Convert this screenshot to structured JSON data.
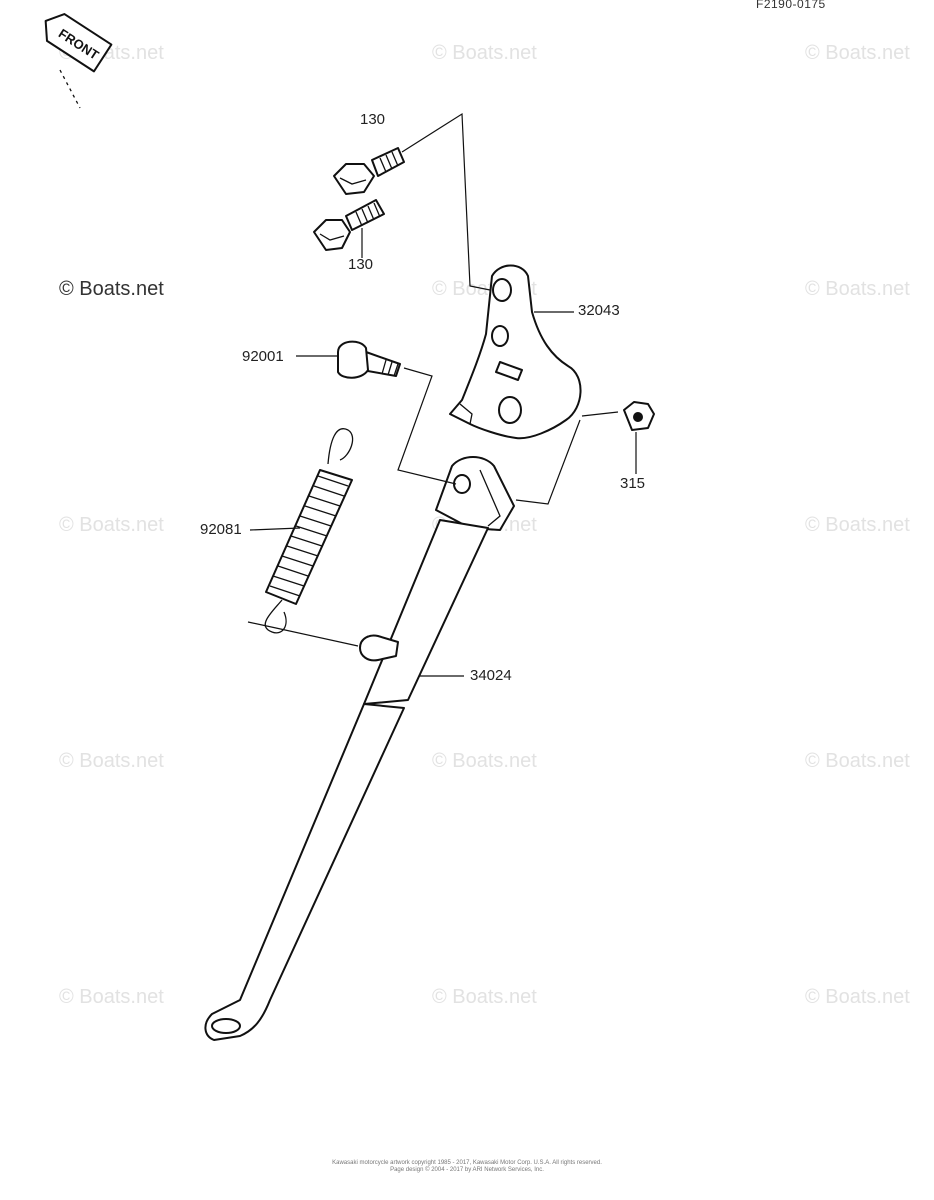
{
  "diagram": {
    "code": "F2190-0175",
    "front_label": "FRONT",
    "watermark": "© Boats.net",
    "footer": {
      "line1": "Kawasaki motorcycle artwork copyright 1985 - 2017, Kawasaki Motor Corp. U.S.A. All rights reserved.",
      "line2": "Page design © 2004 - 2017 by ARI Network Services, Inc."
    },
    "callouts": {
      "bolt_upper": "130",
      "bolt_lower": "130",
      "bracket": "32043",
      "pivot_bolt": "92001",
      "nut": "315",
      "spring": "92081",
      "side_stand": "34024"
    }
  }
}
